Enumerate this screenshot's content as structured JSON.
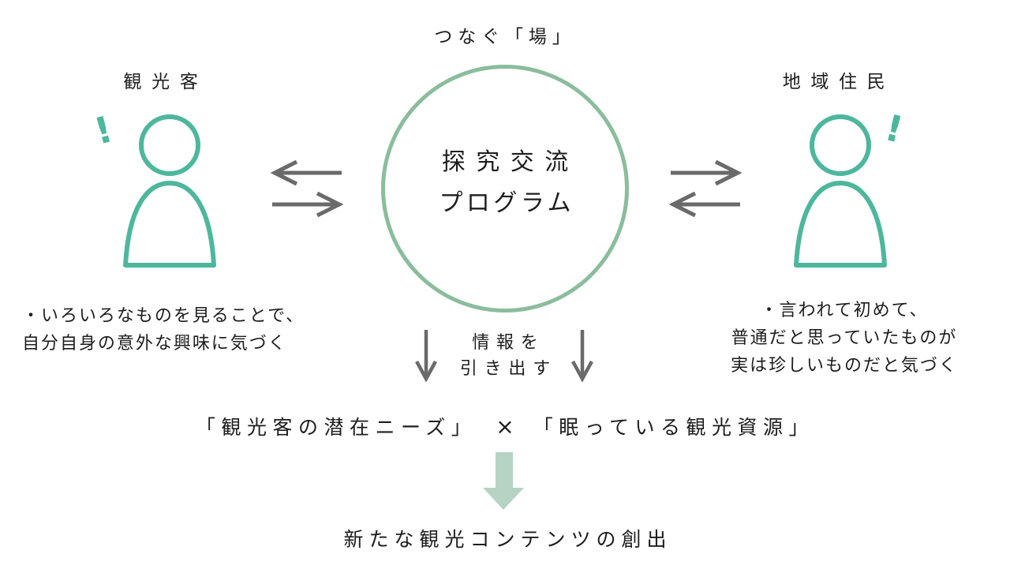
{
  "colors": {
    "person_teal": "#4db79d",
    "circle_sage": "#8abd9c",
    "arrow_gray": "#6a6a6a",
    "big_arrow_pale_green": "#b5d4c4",
    "text": "#1d1d1d"
  },
  "top_label": "つなぐ「場」",
  "center_circle": {
    "line1": "探究交流",
    "line2": "プログラム"
  },
  "left_actor": {
    "label": "観光客",
    "exclamation": "!",
    "notes": [
      "・いろいろなものを見ることで、",
      "自分自身の意外な興味に気づく"
    ]
  },
  "right_actor": {
    "label": "地域住民",
    "exclamation": "!",
    "notes": [
      "・言われて初めて、",
      "普通だと思っていたものが",
      "実は珍しいものだと気づく"
    ]
  },
  "extract_label": {
    "line1": "情報を",
    "line2": "引き出す"
  },
  "formula": {
    "left": "「観光客の潜在ニーズ」",
    "operator": "×",
    "right": "「眠っている観光資源」"
  },
  "outcome": "新たな観光コンテンツの創出"
}
